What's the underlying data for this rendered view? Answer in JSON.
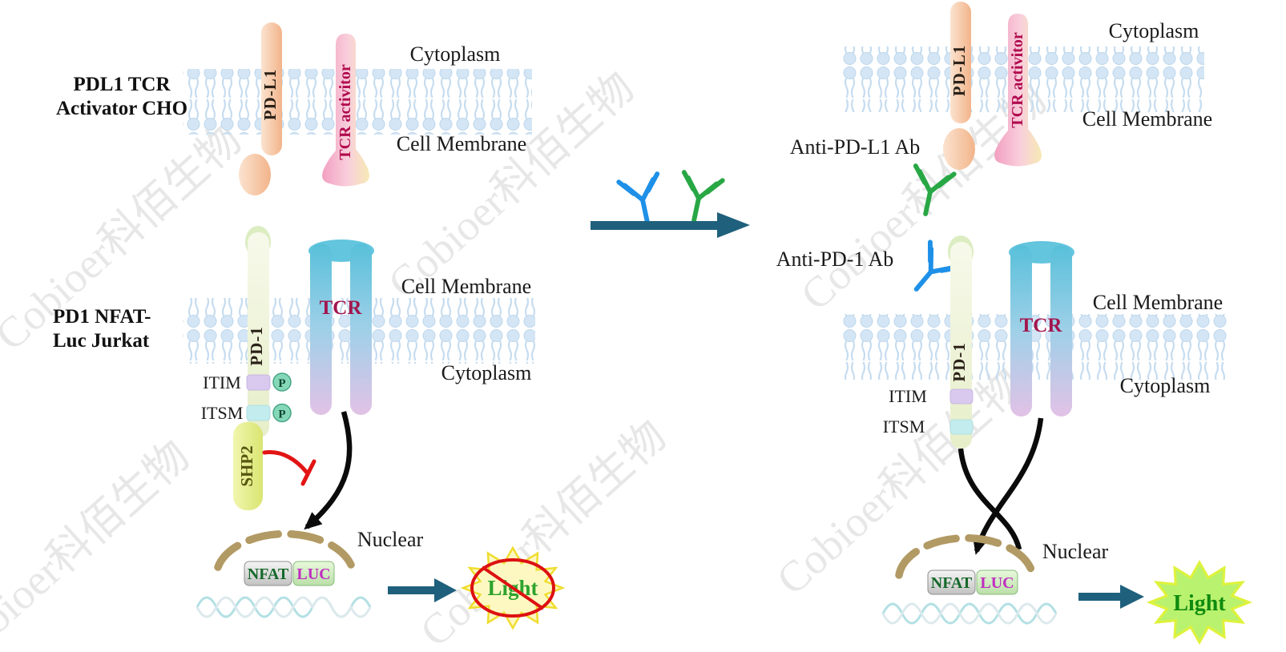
{
  "watermark": {
    "text": "Cobioer科佰生物"
  },
  "colors": {
    "membrane_head": "#d4e6f5",
    "membrane_tail": "#c6dcef",
    "pdl1_fill": "#f2b48a",
    "tcr_activator_fill": "#f2a0c0",
    "tcr_fill_top": "#58c0da",
    "tcr_fill_bottom": "#e2c2e6",
    "pd1_fill": "#e6eec9",
    "shp2_fill": "#e0ea85",
    "itim_band": "#d9c9ee",
    "itsm_band": "#c3ecee",
    "phospho_circle": "#84d8b8",
    "nuclear_arc": "#b29a64",
    "nfat_text": "#15682a",
    "luc_text": "#c02ec0",
    "tcr_text": "#a2164e",
    "tcr_activator_text": "#b00a4e",
    "antibody_blue": "#1e90e8",
    "antibody_green": "#28a745",
    "arrow_teal": "#1f607c",
    "arrow_black": "#0b0b0b",
    "inhibition_red": "#e21414",
    "no_sign_red": "#dd1111",
    "burst_yellow": "#fdf8c2",
    "burst_green": "#b9f26e",
    "light_text_left": "#2da32d",
    "light_text_right": "#0f8a0f"
  },
  "left_panel": {
    "cell1_label_line1": "PDL1 TCR",
    "cell1_label_line2": "Activator CHO",
    "cell1_cytoplasm": "Cytoplasm",
    "cell1_membrane": "Cell Membrane",
    "pdl1": "PD-L1",
    "tcr_activator": "TCR activitor",
    "cell2_label_line1": "PD1 NFAT-",
    "cell2_label_line2": "Luc Jurkat",
    "cell2_membrane": "Cell Membrane",
    "cell2_cytoplasm": "Cytoplasm",
    "pd1": "PD-1",
    "tcr": "TCR",
    "itim": "ITIM",
    "itsm": "ITSM",
    "phospho": "P",
    "shp2": "SHP2",
    "nuclear": "Nuclear",
    "nfat": "NFAT",
    "luc": "LUC",
    "light": "Light"
  },
  "right_panel": {
    "cytoplasm_top": "Cytoplasm",
    "membrane_top": "Cell Membrane",
    "anti_pdl1": "Anti-PD-L1 Ab",
    "anti_pd1": "Anti-PD-1 Ab",
    "pdl1": "PD-L1",
    "tcr_activator": "TCR activitor",
    "pd1": "PD-1",
    "tcr": "TCR",
    "membrane_bottom": "Cell Membrane",
    "cytoplasm_bottom": "Cytoplasm",
    "itim": "ITIM",
    "itsm": "ITSM",
    "nuclear": "Nuclear",
    "nfat": "NFAT",
    "luc": "LUC",
    "light": "Light"
  }
}
